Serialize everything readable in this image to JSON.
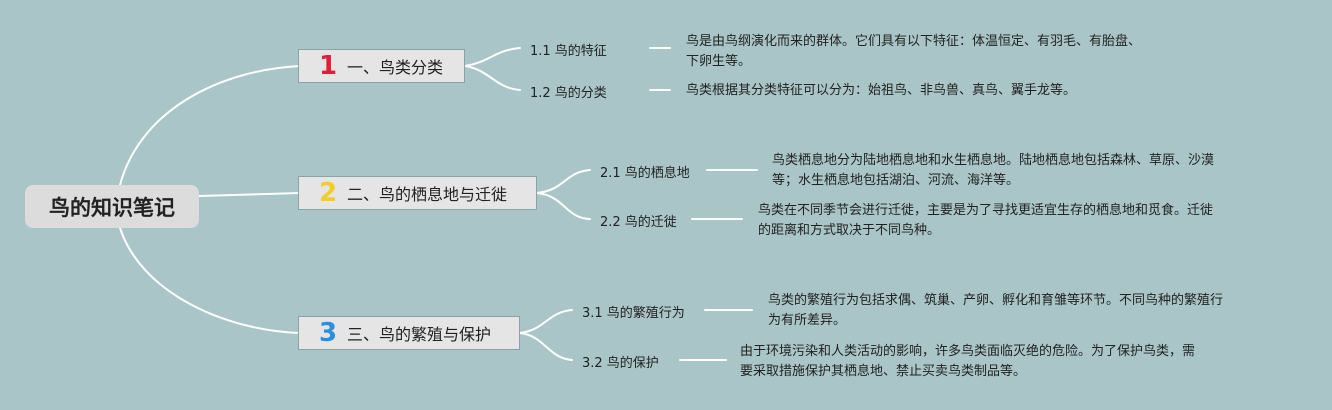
{
  "root": {
    "label": "鸟的知识笔记"
  },
  "branches": [
    {
      "number": "1",
      "label": "一、鸟类分类",
      "color": "#e0203a",
      "children": [
        {
          "label": "1.1 鸟的特征",
          "lines": [
            "鸟是由鸟纲演化而来的群体。它们具有以下特征：体温恒定、有羽毛、有胎盘、",
            "下卵生等。"
          ]
        },
        {
          "label": "1.2 鸟的分类",
          "lines": [
            "鸟类根据其分类特征可以分为：始祖鸟、非鸟兽、真鸟、翼手龙等。"
          ]
        }
      ]
    },
    {
      "number": "2",
      "label": "二、鸟的栖息地与迁徙",
      "color": "#f3cc2a",
      "children": [
        {
          "label": "2.1 鸟的栖息地",
          "lines": [
            "鸟类栖息地分为陆地栖息地和水生栖息地。陆地栖息地包括森林、草原、沙漠",
            "等；水生栖息地包括湖泊、河流、海洋等。"
          ]
        },
        {
          "label": "2.2 鸟的迁徙",
          "lines": [
            "鸟类在不同季节会进行迁徙，主要是为了寻找更适宜生存的栖息地和觅食。迁徙",
            "的距离和方式取决于不同鸟种。"
          ]
        }
      ]
    },
    {
      "number": "3",
      "label": "三、鸟的繁殖与保护",
      "color": "#2a8fe0",
      "children": [
        {
          "label": "3.1 鸟的繁殖行为",
          "lines": [
            "鸟类的繁殖行为包括求偶、筑巢、产卵、孵化和育雏等环节。不同鸟种的繁殖行",
            "为有所差异。"
          ]
        },
        {
          "label": "3.2 鸟的保护",
          "lines": [
            "由于环境污染和人类活动的影响，许多鸟类面临灭绝的危险。为了保护鸟类，需",
            "要采取措施保护其栖息地、禁止买卖鸟类制品等。"
          ]
        }
      ]
    }
  ]
}
